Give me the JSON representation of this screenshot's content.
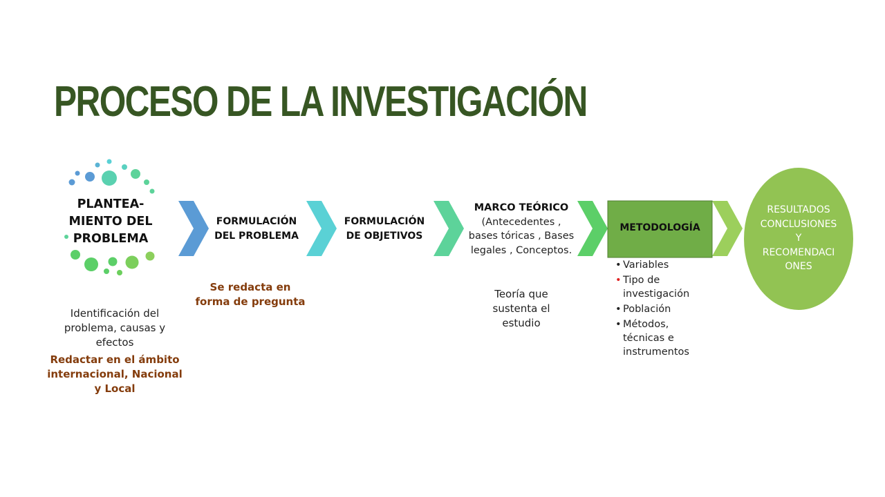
{
  "slide": {
    "title": "PROCESO DE LA INVESTIGACIÓN"
  },
  "colors": {
    "title": "#375623",
    "chevron_1": "#5b9bd5",
    "chevron_2": "#5ad1d5",
    "chevron_3": "#5dd39a",
    "chevron_4": "#5ccf68",
    "chevron_5": "#9ccf5c",
    "metodologia_box": "#70ad47",
    "resultados_oval": "#92c353",
    "brown_text": "#843c0c",
    "bullet_red": "#e02020"
  },
  "steps": {
    "planteamiento": {
      "label_lines": [
        "PLANTEA-",
        "MIENTO DEL",
        "PROBLEMA"
      ],
      "desc_lines": [
        "Identificación del",
        "problema, causas y",
        "efectos"
      ],
      "note_lines": [
        "Redactar en el ámbito",
        "internacional, Nacional",
        "y Local"
      ]
    },
    "formulacion_problema": {
      "label_lines": [
        "FORMULACIÓN",
        "DEL PROBLEMA"
      ],
      "note_lines": [
        "Se redacta en",
        "forma de pregunta"
      ]
    },
    "formulacion_objetivos": {
      "label_lines": [
        "FORMULACIÓN",
        "DE OBJETIVOS"
      ]
    },
    "marco_teorico": {
      "label": "MARCO TEÓRICO",
      "detail_lines": [
        "(Antecedentes ,",
        "bases tóricas , Bases",
        "legales , Conceptos."
      ],
      "desc_lines": [
        "Teoría que",
        "sustenta el",
        "estudio"
      ]
    },
    "metodologia": {
      "label": "METODOLOGÍA",
      "bullets": [
        {
          "lines": [
            "Variables"
          ],
          "bullet_color": "#222222"
        },
        {
          "lines": [
            "Tipo de",
            "investigación"
          ],
          "bullet_color": "#e02020"
        },
        {
          "lines": [
            "Población"
          ],
          "bullet_color": "#222222"
        },
        {
          "lines": [
            "Métodos,",
            "técnicas e",
            "instrumentos"
          ],
          "bullet_color": "#222222"
        }
      ]
    },
    "resultados": {
      "label_lines": [
        "RESULTADOS",
        "CONCLUSIONES",
        "Y",
        "RECOMENDACI",
        "ONES"
      ]
    }
  }
}
